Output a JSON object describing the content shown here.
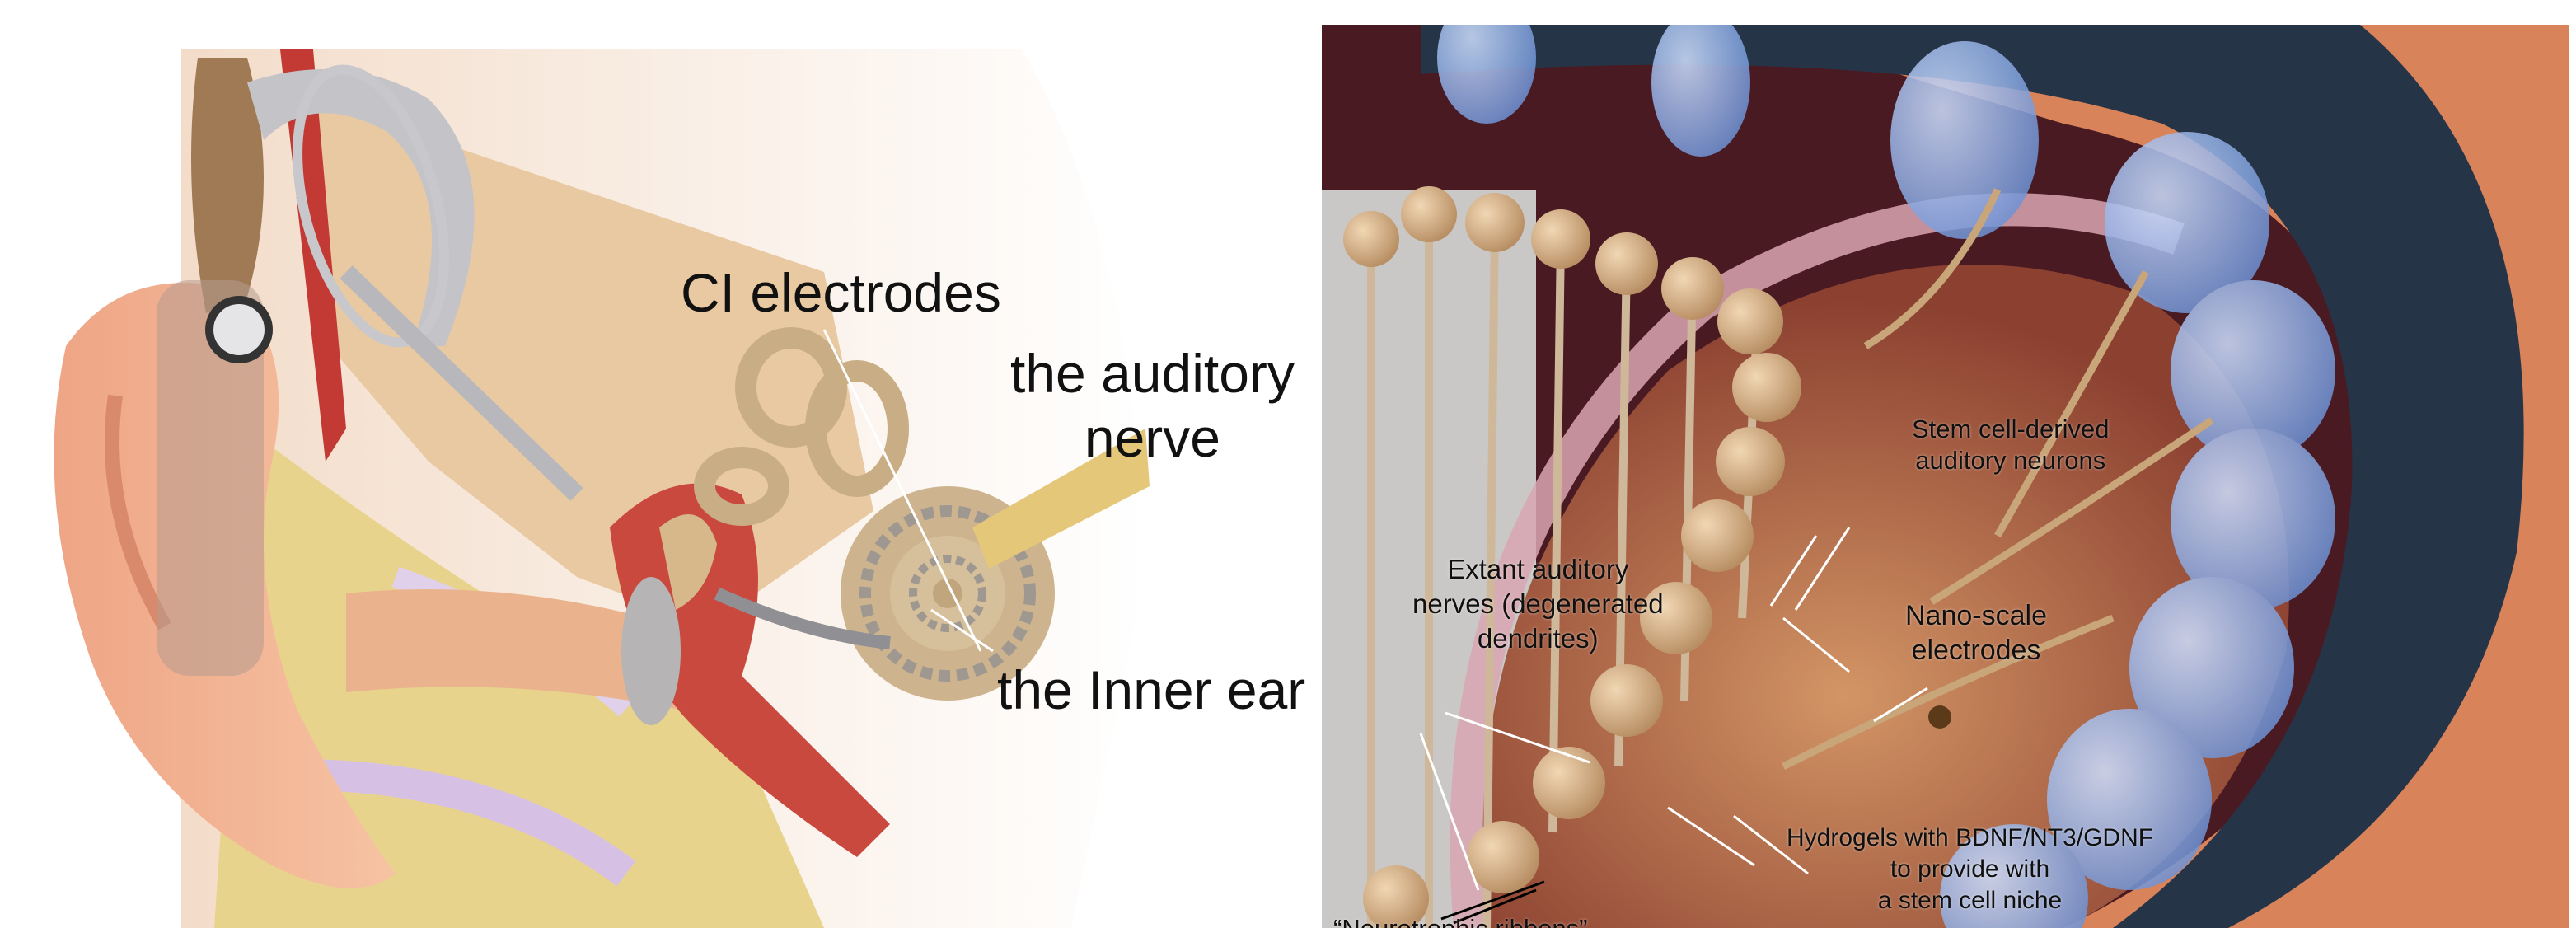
{
  "left_figure": {
    "labels": {
      "ci_electrodes": "CI electrodes",
      "auditory_nerve_line1": "the auditory",
      "auditory_nerve_line2": "nerve",
      "inner_ear": "the Inner ear"
    }
  },
  "right_figure": {
    "labels": {
      "stem_cell_line1": "Stem cell-derived",
      "stem_cell_line2": "auditory neurons",
      "extant_line1": "Extant auditory",
      "extant_line2": "nerves (degenerated",
      "extant_line3": "dendrites)",
      "nano_line1": "Nano-scale",
      "nano_line2": "electrodes",
      "hydrogel_line1": "Hydrogels with BDNF/NT3/GDNF",
      "hydrogel_line2": "to provide with",
      "hydrogel_line3": "a stem cell niche",
      "ribbons": "“Neurotrophic ribbons”"
    }
  },
  "colors": {
    "skin": "#f2b48f",
    "bone": "#e9c9a2",
    "cochlea": "#cdb48e",
    "canal_red": "#c9493f",
    "gel_blue": "#8fb3e6",
    "nerve_tan": "#d9b48c",
    "chamber_dark": "#4a1a22"
  }
}
